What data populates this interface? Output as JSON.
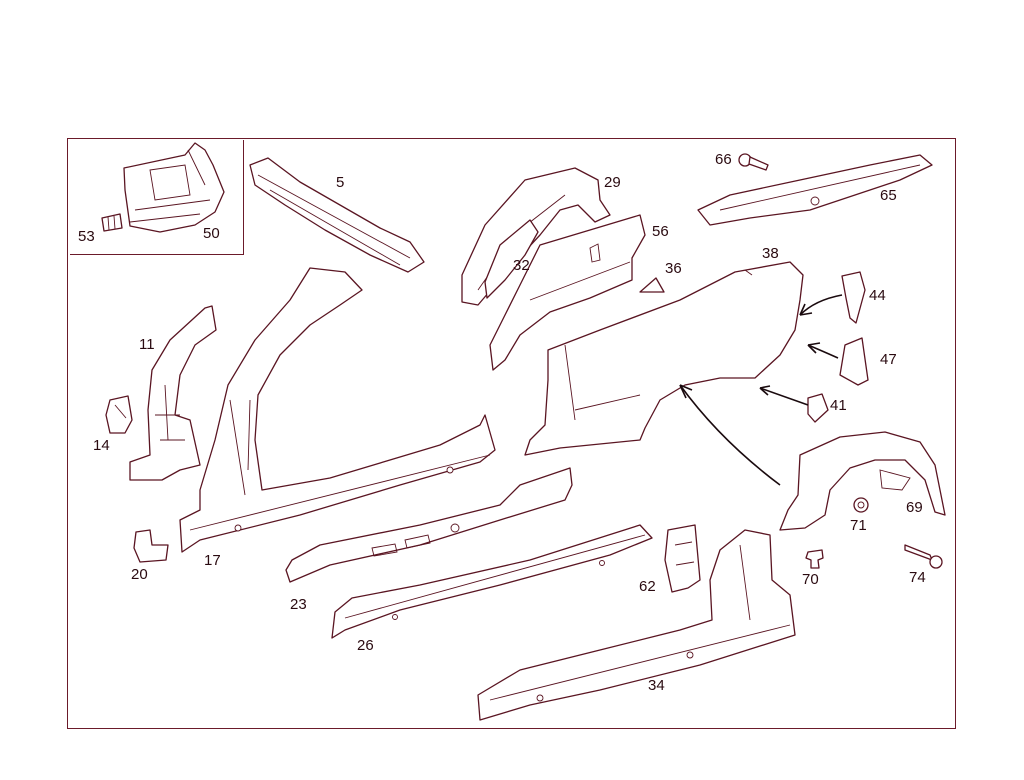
{
  "diagram": {
    "accent_color": "#5a1522",
    "labels": [
      {
        "id": "5",
        "text": "5"
      },
      {
        "id": "11",
        "text": "11"
      },
      {
        "id": "14",
        "text": "14"
      },
      {
        "id": "17",
        "text": "17"
      },
      {
        "id": "20",
        "text": "20"
      },
      {
        "id": "23",
        "text": "23"
      },
      {
        "id": "26",
        "text": "26"
      },
      {
        "id": "29",
        "text": "29"
      },
      {
        "id": "32",
        "text": "32"
      },
      {
        "id": "34",
        "text": "34"
      },
      {
        "id": "36",
        "text": "36"
      },
      {
        "id": "38",
        "text": "38"
      },
      {
        "id": "41",
        "text": "41"
      },
      {
        "id": "44",
        "text": "44"
      },
      {
        "id": "47",
        "text": "47"
      },
      {
        "id": "50",
        "text": "50"
      },
      {
        "id": "53",
        "text": "53"
      },
      {
        "id": "56",
        "text": "56"
      },
      {
        "id": "62",
        "text": "62"
      },
      {
        "id": "65",
        "text": "65"
      },
      {
        "id": "66",
        "text": "66"
      },
      {
        "id": "69",
        "text": "69"
      },
      {
        "id": "70",
        "text": "70"
      },
      {
        "id": "71",
        "text": "71"
      },
      {
        "id": "74",
        "text": "74"
      }
    ]
  }
}
